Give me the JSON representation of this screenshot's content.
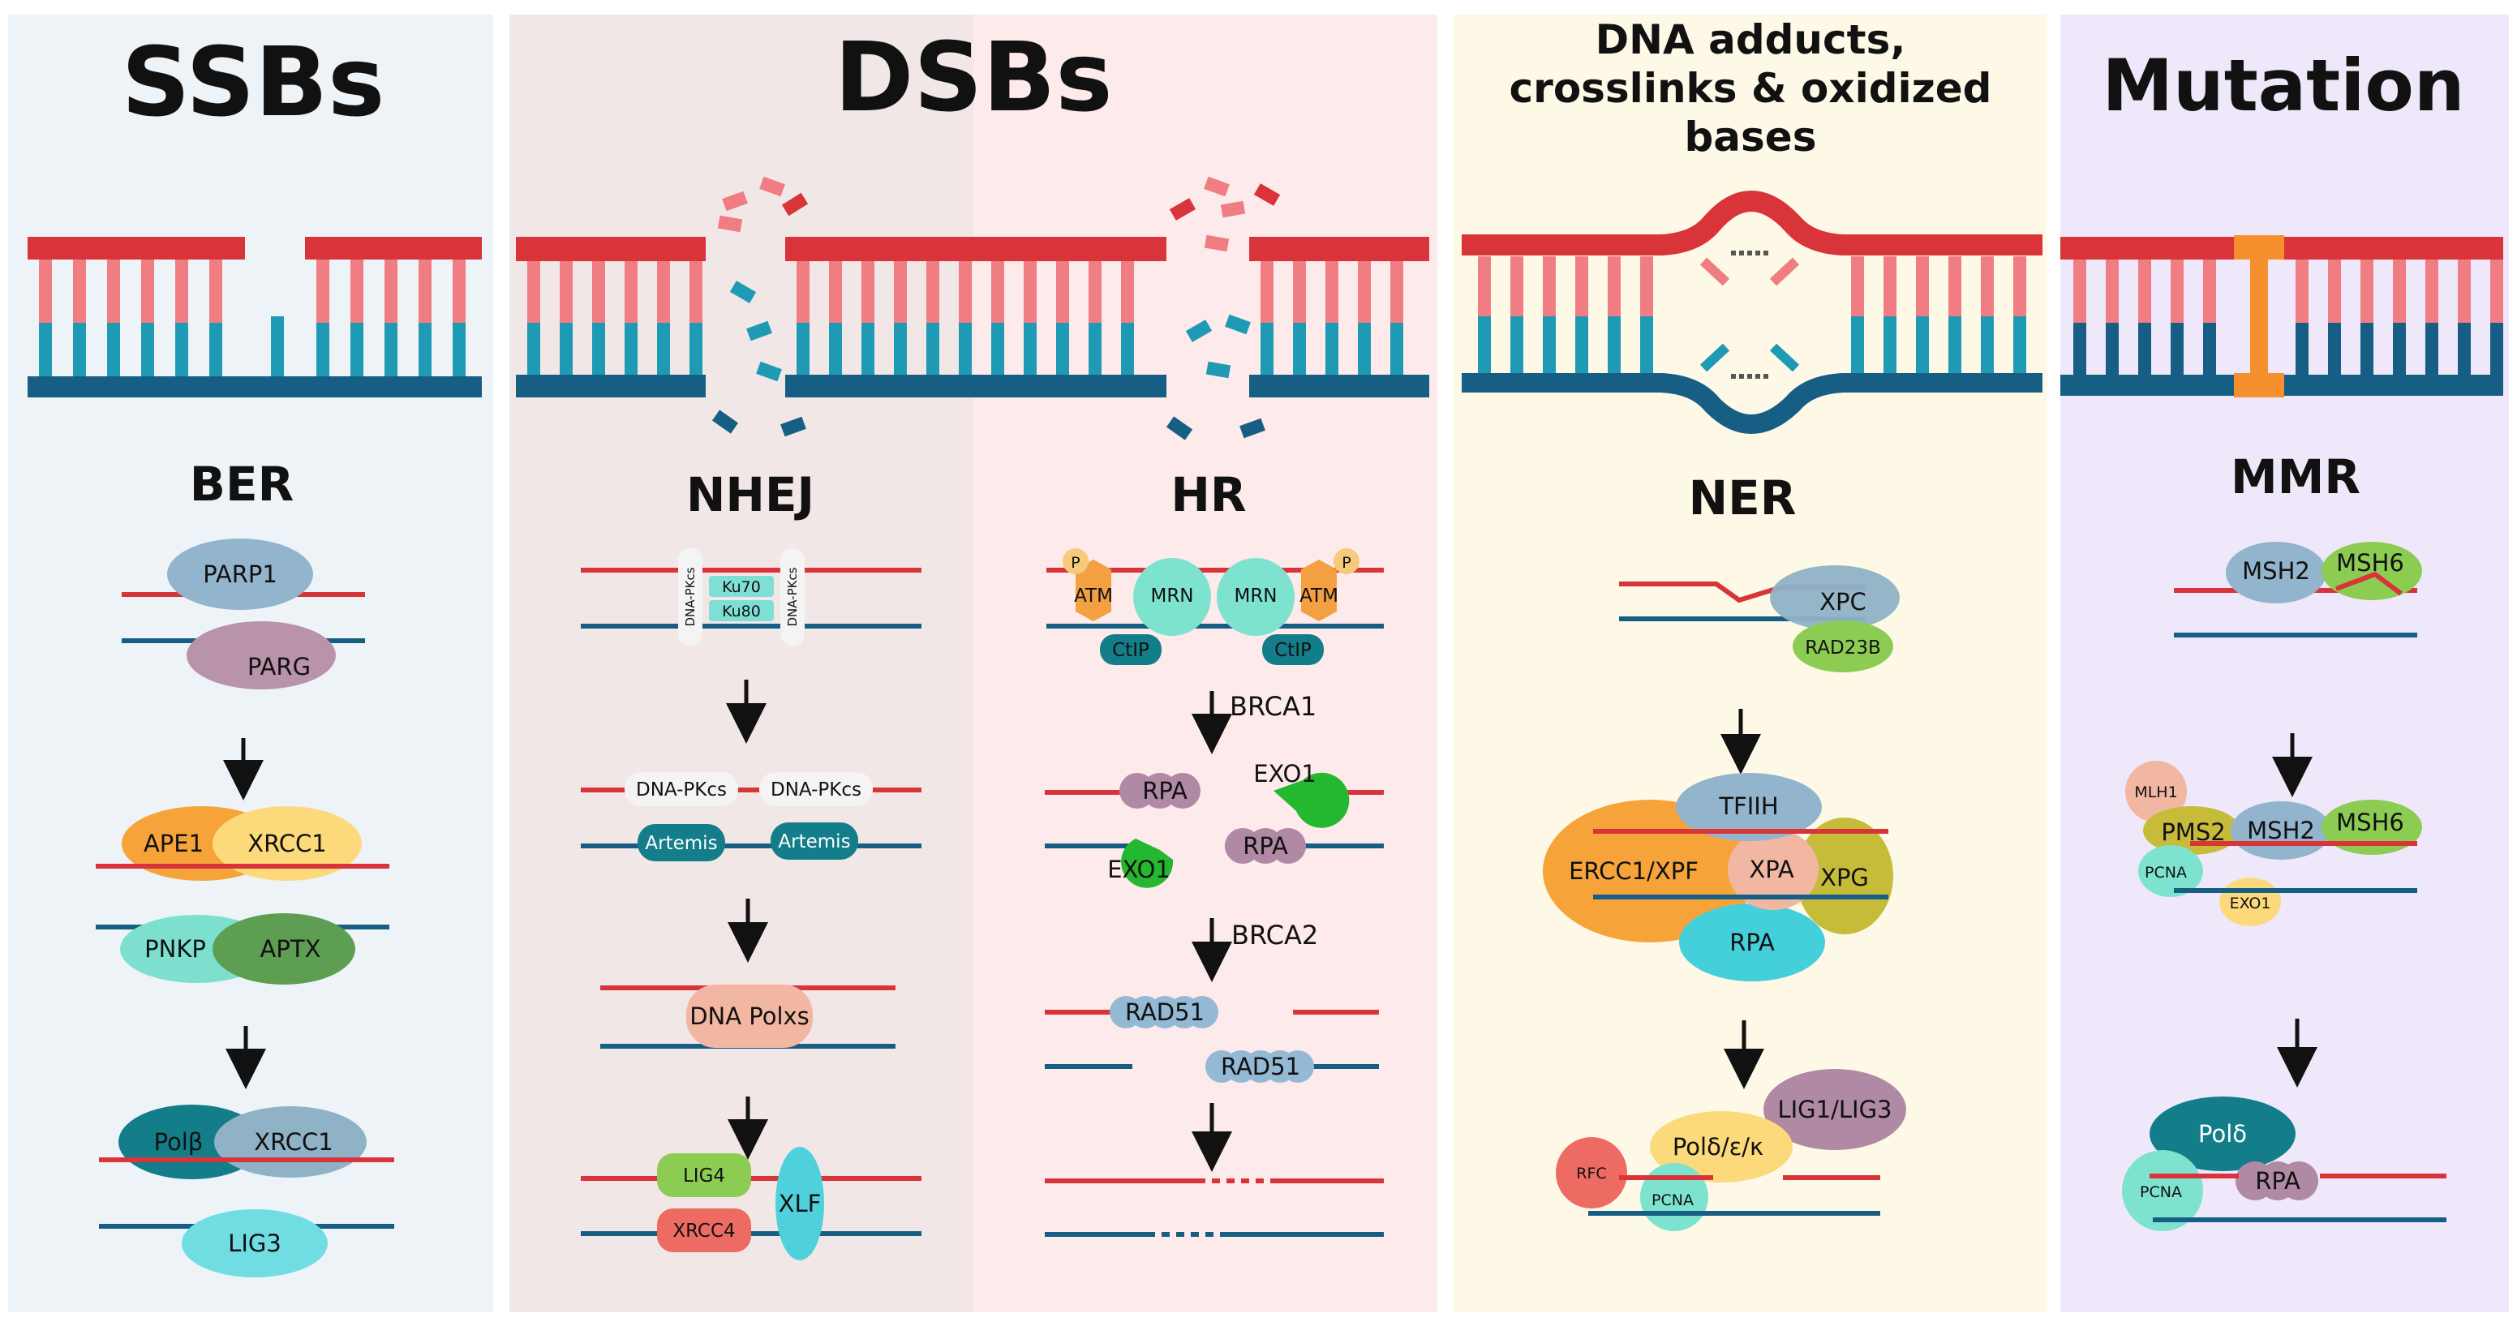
{
  "colors": {
    "ssb_bg": "#eef3f8",
    "dsb_nhej_bg": "#f2e7e7",
    "dsb_hr_bg": "#fdeaea",
    "ner_bg": "#fdf9e6",
    "mmr_bg": "#efe8fb",
    "strand_red": "#d8343a",
    "strand_pink": "#f07d82",
    "strand_teal": "#1f9ab5",
    "strand_blue": "#175e85",
    "mismatch": "#f5902d"
  },
  "panels": {
    "ssb_title": "SSBs",
    "dsb_title": "DSBs",
    "ner_title_1": "DNA adducts,",
    "ner_title_2": "crosslinks & oxidized",
    "ner_title_3": "bases",
    "mmr_title": "Mutation"
  },
  "ber": {
    "title": "BER",
    "parp1": "PARP1",
    "parg": "PARG",
    "ape1": "APE1",
    "xrcc1": "XRCC1",
    "pnkp": "PNKP",
    "aptx": "APTX",
    "pol_beta": "Polβ",
    "xrcc1_b": "XRCC1",
    "lig3": "LIG3"
  },
  "nhej": {
    "title": "NHEJ",
    "dnapkcs_v": "DNA-PKcs",
    "ku70": "Ku70",
    "ku80": "Ku80",
    "dnapkcs_1": "DNA-PKcs",
    "dnapkcs_2": "DNA-PKcs",
    "artemis_1": "Artemis",
    "artemis_2": "Artemis",
    "dna_polxs": "DNA Polxs",
    "lig4": "LIG4",
    "xrcc4": "XRCC4",
    "xlf": "XLF"
  },
  "hr": {
    "title": "HR",
    "p": "P",
    "atm": "ATM",
    "mrn": "MRN",
    "ctip": "CtIP",
    "brca1": "BRCA1",
    "rpa": "RPA",
    "exo1": "EXO1",
    "brca2": "BRCA2",
    "rad51": "RAD51"
  },
  "ner": {
    "title": "NER",
    "xpc": "XPC",
    "rad23b": "RAD23B",
    "tfiih": "TFIIH",
    "ercc1_xpf": "ERCC1/XPF",
    "xpa": "XPA",
    "xpg": "XPG",
    "rpa": "RPA",
    "lig1_lig3": "LIG1/LIG3",
    "pol_dek": "Polδ/ε/κ",
    "rfc": "RFC",
    "pcna": "PCNA"
  },
  "mmr": {
    "title": "MMR",
    "msh2": "MSH2",
    "msh6": "MSH6",
    "mlh1": "MLH1",
    "pms2": "PMS2",
    "msh2_b": "MSH2",
    "msh6_b": "MSH6",
    "pcna": "PCNA",
    "exo1": "EXO1",
    "pol_delta": "Polδ",
    "pcna_b": "PCNA",
    "rpa": "RPA"
  }
}
